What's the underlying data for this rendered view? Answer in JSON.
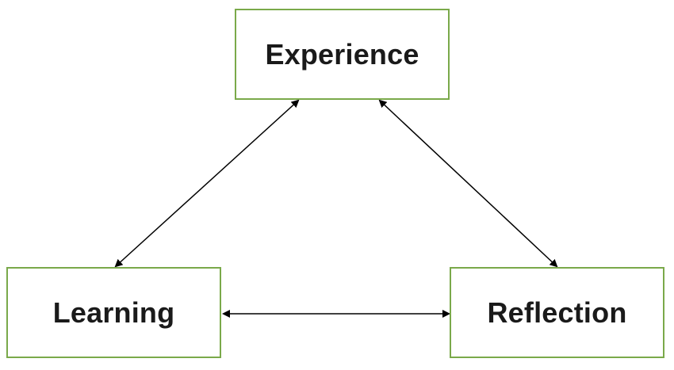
{
  "diagram": {
    "nodes": [
      {
        "id": "experience",
        "label": "Experience"
      },
      {
        "id": "learning",
        "label": "Learning"
      },
      {
        "id": "reflection",
        "label": "Reflection"
      }
    ],
    "edges": [
      {
        "from": "experience",
        "to": "learning",
        "direction": "bidirectional"
      },
      {
        "from": "experience",
        "to": "reflection",
        "direction": "bidirectional"
      },
      {
        "from": "learning",
        "to": "reflection",
        "direction": "bidirectional"
      }
    ]
  },
  "colors": {
    "node_border": "#7aa94a",
    "arrow": "#000000",
    "text": "#1a1a1a",
    "background": "#ffffff"
  }
}
